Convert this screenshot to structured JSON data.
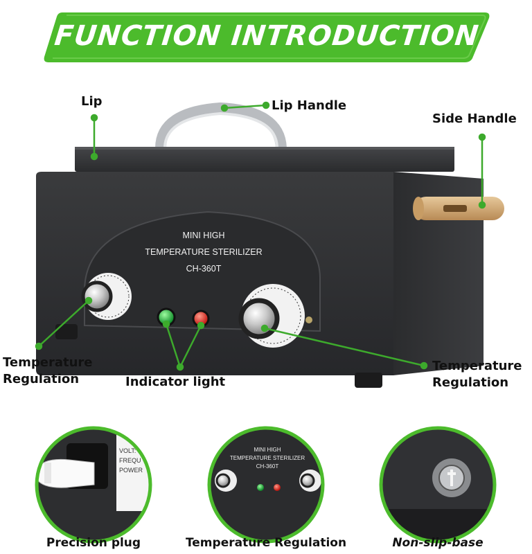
{
  "banner": {
    "title": "FUNCTION INTRODUCTION",
    "color": "#4cbb2c"
  },
  "callouts": {
    "lip": "Lip",
    "lip_handle": "Lip Handle",
    "side_handle": "Side Handle",
    "temp_left_line1": "Temperature",
    "temp_left_line2": "Regulation",
    "indicator": "Indicator light",
    "temp_right_line1": "Temperature",
    "temp_right_line2": "Regulation",
    "line_color": "#3daa2c"
  },
  "device": {
    "faceplate_line1": "MINI HIGH",
    "faceplate_line2": "TEMPERATURE STERILIZER",
    "faceplate_line3": "CH-360T",
    "body_color": "#2e2f31",
    "light_green": "#1db23a",
    "light_red": "#e0241b"
  },
  "details": [
    {
      "label": "Precision plug",
      "plate_lines": [
        "VOLT:",
        "FREQU",
        "POWER"
      ]
    },
    {
      "label": "Temperature Regulation",
      "plate_lines": [
        "MINI HIGH",
        "TEMPERATURE STERILIZER",
        "CH-360T"
      ]
    },
    {
      "label": "Non-slip-base"
    }
  ]
}
